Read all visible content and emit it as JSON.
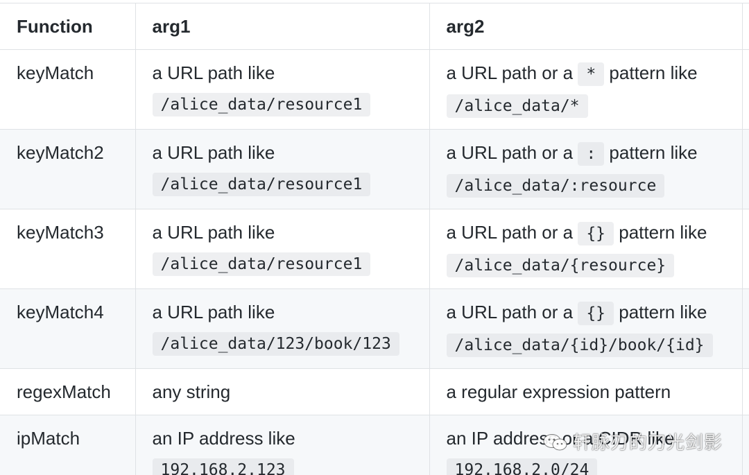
{
  "table": {
    "headers": [
      "Function",
      "arg1",
      "arg2"
    ],
    "rows": [
      {
        "func": "keyMatch",
        "arg1_text": "a URL path like",
        "arg1_code": "/alice_data/resource1",
        "arg2_before": "a URL path or a",
        "arg2_inline_code": "*",
        "arg2_after": "pattern like",
        "arg2_code": "/alice_data/*"
      },
      {
        "func": "keyMatch2",
        "arg1_text": "a URL path like",
        "arg1_code": "/alice_data/resource1",
        "arg2_before": "a URL path or a",
        "arg2_inline_code": ":",
        "arg2_after": "pattern like",
        "arg2_code": "/alice_data/:resource"
      },
      {
        "func": "keyMatch3",
        "arg1_text": "a URL path like",
        "arg1_code": "/alice_data/resource1",
        "arg2_before": "a URL path or a",
        "arg2_inline_code": "{}",
        "arg2_after": "pattern like",
        "arg2_code": "/alice_data/{resource}"
      },
      {
        "func": "keyMatch4",
        "arg1_text": "a URL path like",
        "arg1_code": "/alice_data/123/book/123",
        "arg2_before": "a URL path or a",
        "arg2_inline_code": "{}",
        "arg2_after": "pattern like",
        "arg2_code": "/alice_data/{id}/book/{id}"
      },
      {
        "func": "regexMatch",
        "arg1_text": "any string",
        "arg2_text": "a regular expression pattern"
      },
      {
        "func": "ipMatch",
        "arg1_text": "an IP address like",
        "arg1_code": "192.168.2.123",
        "arg2_text": "an IP address or a CIDR like",
        "arg2_code": "192.168.2.0/24"
      }
    ]
  },
  "watermark": {
    "text": "轩脉刃的刀光剑影",
    "icon": "wechat-icon"
  }
}
